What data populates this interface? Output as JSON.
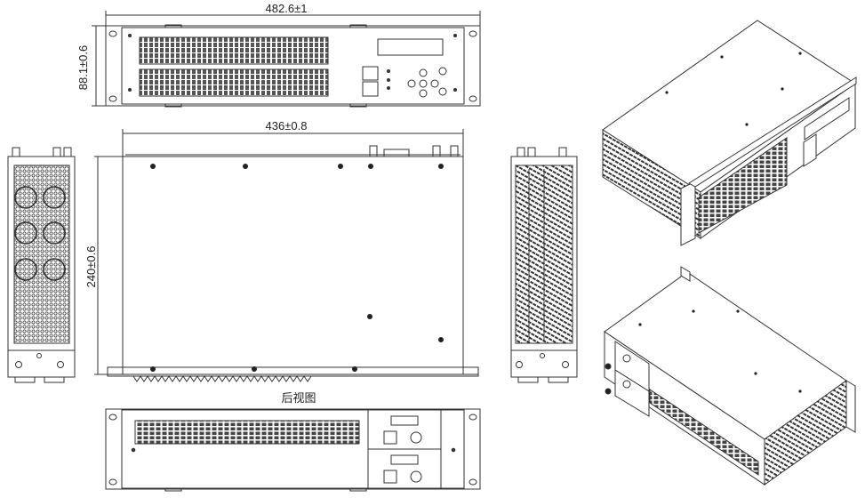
{
  "labels": {
    "width_overall": "482.6±1",
    "height_panel": "88.1±0.6",
    "width_body": "436±0.8",
    "depth_body": "240±0.6",
    "rear_view_caption": "后视图"
  },
  "colors": {
    "line": "#333333",
    "mesh": "#444444"
  }
}
